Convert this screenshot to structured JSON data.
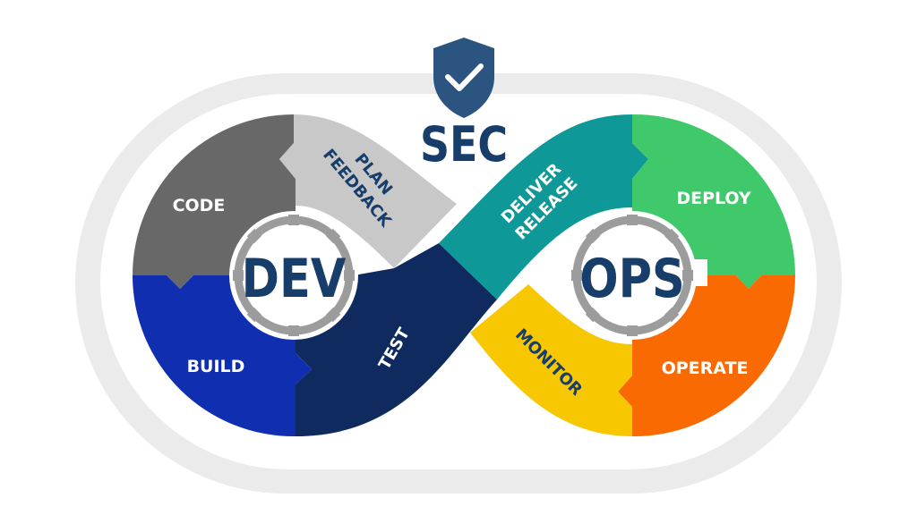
{
  "title": "SEC",
  "hub_left": "DEV",
  "hub_right": "OPS",
  "colors": {
    "background_band": "#ebebeb",
    "code": "#686868",
    "plan": "#c8c8c8",
    "build": "#0f2fb0",
    "test": "#0e2a5e",
    "deliver": "#0e9898",
    "deploy": "#3fc96a",
    "operate": "#fa6a02",
    "monitor": "#f7c702",
    "navy_text": "#173d6b",
    "shield": "#2b5481",
    "gear": "#9c9c9c"
  },
  "segments": {
    "code": "CODE",
    "plan_1": "PLAN",
    "plan_2": "FEEDBACK",
    "build": "BUILD",
    "test": "TEST",
    "deliver_1": "DELIVER",
    "deliver_2": "RELEASE",
    "deploy": "DEPLOY",
    "operate": "OPERATE",
    "monitor": "MONITOR"
  },
  "icons": {
    "shield": "shield-check-icon",
    "gear_left": "gear-icon",
    "gear_right": "gear-icon"
  }
}
